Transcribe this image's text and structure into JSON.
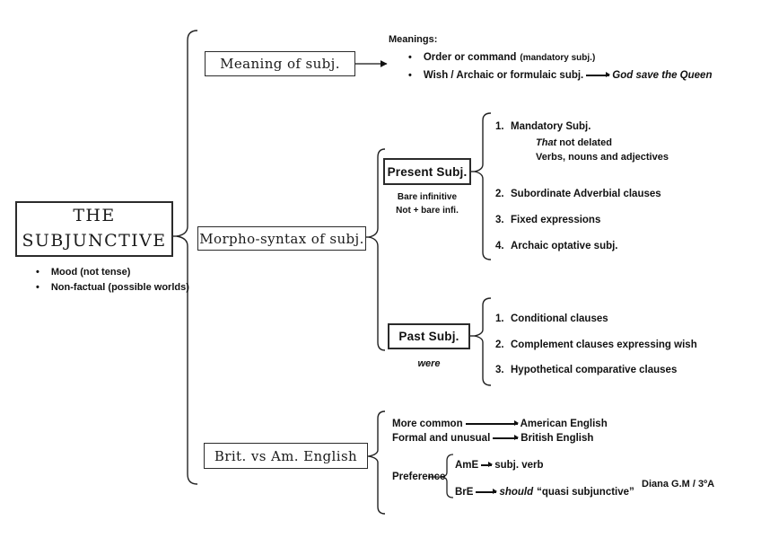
{
  "ui": {
    "bullet": "•"
  },
  "main": {
    "title_line1": "THE",
    "title_line2": "SUBJUNCTIVE",
    "bullet1": "Mood (not tense)",
    "bullet2": "Non-factual (possible worlds)"
  },
  "meaning": {
    "box_label": "Meaning of subj.",
    "heading": "Meanings:",
    "item1_text": "Order or command",
    "item1_note": "(mandatory subj.)",
    "item2_text": "Wish / Archaic or formulaic subj.",
    "item2_example": "God save the Queen"
  },
  "morpho": {
    "box_label": "Morpho-syntax of subj.",
    "present": {
      "box_label": "Present Subj.",
      "note_line1": "Bare infinitive",
      "note_line2": "Not + bare infi.",
      "items": [
        {
          "num": "1.",
          "text": "Mandatory Subj."
        },
        {
          "num": "2.",
          "text": "Subordinate Adverbial clauses"
        },
        {
          "num": "3.",
          "text": "Fixed expressions"
        },
        {
          "num": "4.",
          "text": "Archaic optative subj."
        }
      ],
      "item1_sub_italic": "That",
      "item1_sub_rest": " not delated",
      "item1_sub_line2": "Verbs, nouns and adjectives"
    },
    "past": {
      "box_label": "Past Subj.",
      "note": "were",
      "items": [
        {
          "num": "1.",
          "text": "Conditional clauses"
        },
        {
          "num": "2.",
          "text": "Complement clauses expressing wish"
        },
        {
          "num": "3.",
          "text": "Hypothetical comparative clauses"
        }
      ]
    }
  },
  "brit": {
    "box_label": "Brit. vs Am. English",
    "row1_left": "More common",
    "row1_right": "American English",
    "row2_left": "Formal and unusual",
    "row2_right": "British English",
    "preference_label": "Preference",
    "ame_label": "AmE",
    "ame_text": "subj. verb",
    "bre_label": "BrE",
    "bre_italic": "should",
    "bre_text": "“quasi subjunctive”"
  },
  "footer": {
    "credit": "Diana G.M / 3ºA"
  }
}
